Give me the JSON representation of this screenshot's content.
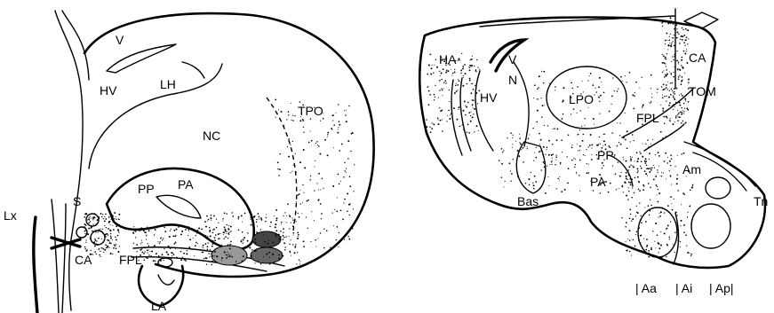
{
  "left_panel": {
    "labels": {
      "V": "V",
      "HV": "HV",
      "LH": "LH",
      "NC": "NC",
      "TPO": "TPO",
      "PP": "PP",
      "PA": "PA",
      "S": "S",
      "Lx": "Lx",
      "CA": "CA",
      "FPL": "FPL",
      "LA": "LA"
    }
  },
  "right_panel": {
    "labels": {
      "HA": "HA",
      "V": "V",
      "N": "N",
      "HV": "HV",
      "LPO": "LPO",
      "CA": "CA",
      "TOM": "TOM",
      "FPL": "FPL",
      "PP": "PP",
      "PA": "PA",
      "Bas": "Bas",
      "Am": "Am",
      "Tn": "Tn",
      "Aa": "| Aa",
      "Ai": "| Ai",
      "Ap": "| Ap|"
    }
  }
}
